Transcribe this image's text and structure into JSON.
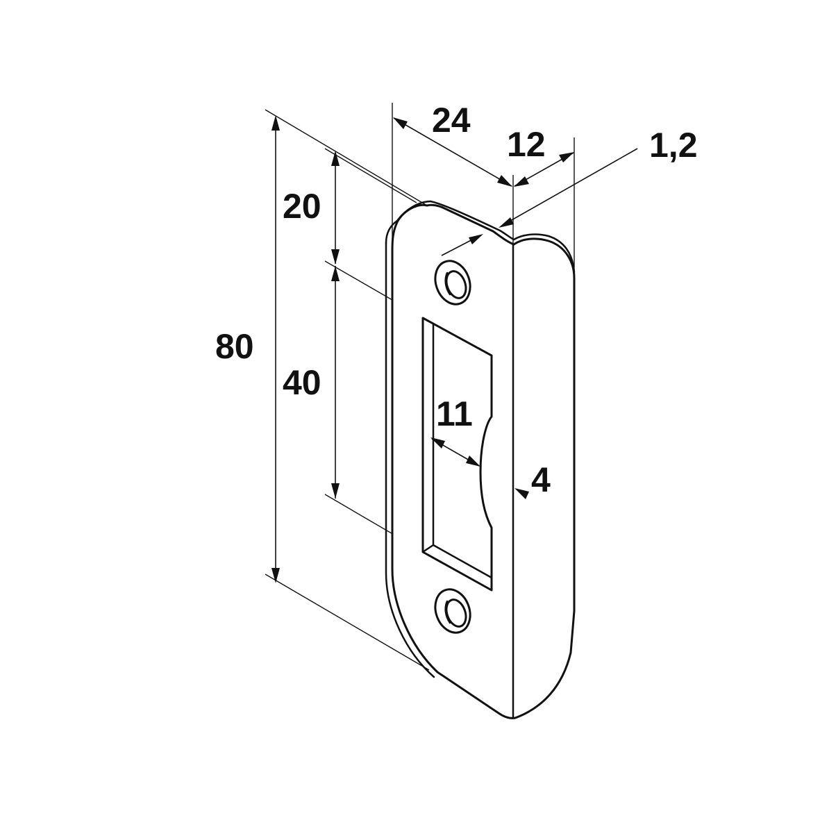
{
  "drawing": {
    "dimensions": {
      "total_height": "80",
      "top_offset": "20",
      "opening_height": "40",
      "plate_width": "24",
      "flange_width": "12",
      "thickness": "1,2",
      "opening_width": "11",
      "inset": "4"
    }
  }
}
